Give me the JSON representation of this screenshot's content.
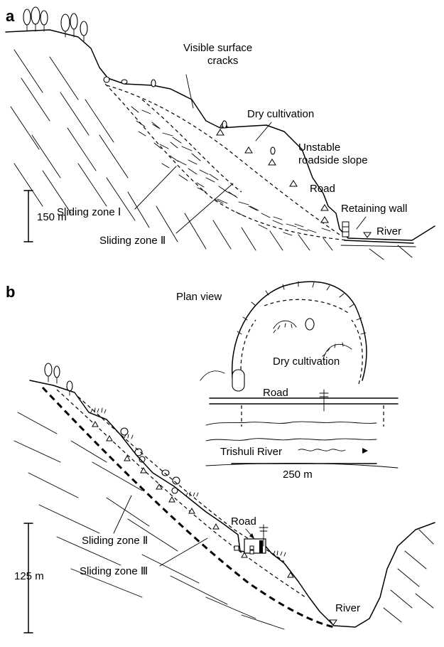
{
  "figure": {
    "panel_a": {
      "panel_label": "a",
      "scale_bar": "150 m",
      "labels": {
        "cracks": [
          "Visible surface",
          "cracks"
        ],
        "dry_cultivation": "Dry cultivation",
        "unstable_slope": [
          "Unstable",
          "roadside slope"
        ],
        "road": "Road",
        "retaining_wall": "Retaining wall",
        "river": "River",
        "sliding_zone_1": "Sliding zone Ⅰ",
        "sliding_zone_2": "Sliding zone Ⅱ"
      }
    },
    "panel_b": {
      "panel_label": "b",
      "scale_bar": "125 m",
      "labels": {
        "road": "Road",
        "sliding_zone_2": "Sliding zone Ⅱ",
        "sliding_zone_3": "Sliding zone Ⅲ",
        "river": "River"
      },
      "plan_view": {
        "title": "Plan view",
        "dry_cultivation": "Dry cultivation",
        "road": "Road",
        "river": "Trishuli River",
        "scale_bar": "250 m"
      }
    }
  }
}
